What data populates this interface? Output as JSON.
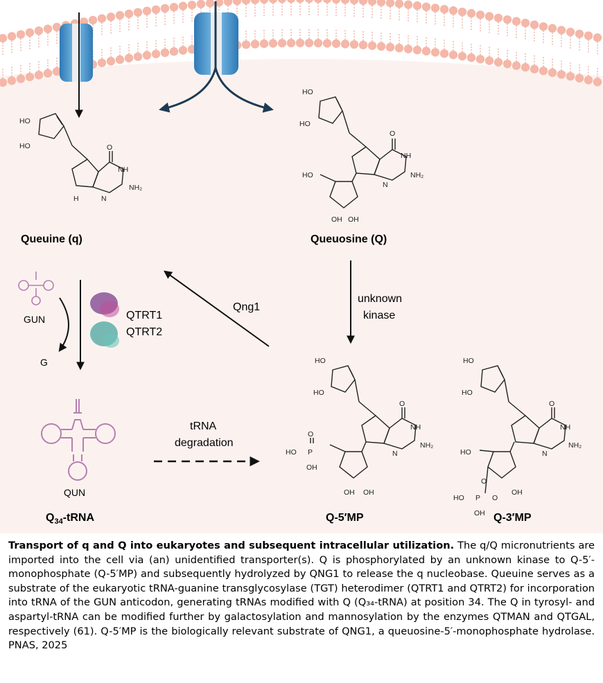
{
  "diagram": {
    "compounds": {
      "queuine": "Queuine (q)",
      "queuosine": "Queuosine (Q)",
      "q5mp": "Q-5′MP",
      "q3mp": "Q-3′MP",
      "q34_main": "Q",
      "q34_sub": "34",
      "q34_suffix": "-tRNA"
    },
    "arrows": {
      "kinase_line1": "unknown",
      "kinase_line2": "kinase",
      "qng1": "Qng1",
      "degradation_line1": "tRNA",
      "degradation_line2": "degradation"
    },
    "trna": {
      "gun": "GUN",
      "g": "G",
      "qun": "QUN"
    },
    "enzymes": {
      "qtrt1": "QTRT1",
      "qtrt2": "QTRT2"
    },
    "atoms": {
      "ho": "HO",
      "oh": "OH",
      "o": "O",
      "nh": "NH",
      "n": "N",
      "nh2": "NH₂",
      "h": "H",
      "p": "P"
    }
  },
  "caption": {
    "title": "Transport of q and Q into eukaryotes and subsequent intracellular utilization.",
    "body": " The q/Q micronutrients are imported into the cell via (an) unidentified transporter(s). Q is phosphorylated by an unknown kinase to Q-5′-monophosphate (Q-5′MP) and subsequently hydrolyzed by QNG1 to release the q nucleobase. Queuine serves as a substrate of the eukaryotic tRNA-guanine transglycosylase (TGT) heterodimer (QTRT1 and QTRT2) for incorporation into tRNA of the GUN anticodon, generating tRNAs modified with Q (Q₃₄-tRNA) at position 34. The Q in tyrosyl- and aspartyl-tRNA can be modified further by galactosylation and mannosylation by the enzymes QTMAN and QTGAL, respectively (61). Q-5′MP is the biologically relevant substrate of QNG1, a queuosine-5′-monophosphate hydrolase. PNAS, 2025"
  },
  "colors": {
    "membrane_head": "#f4b7a8",
    "membrane_tail": "#e9a595",
    "transporter": "#4a90c8",
    "arrow_dark": "#1f3a52",
    "trna": "#b57fb3",
    "enzyme_purple": "#7b3f8c",
    "enzyme_teal": "#4aa6a0",
    "cell_bg": "#fbf2ef"
  }
}
